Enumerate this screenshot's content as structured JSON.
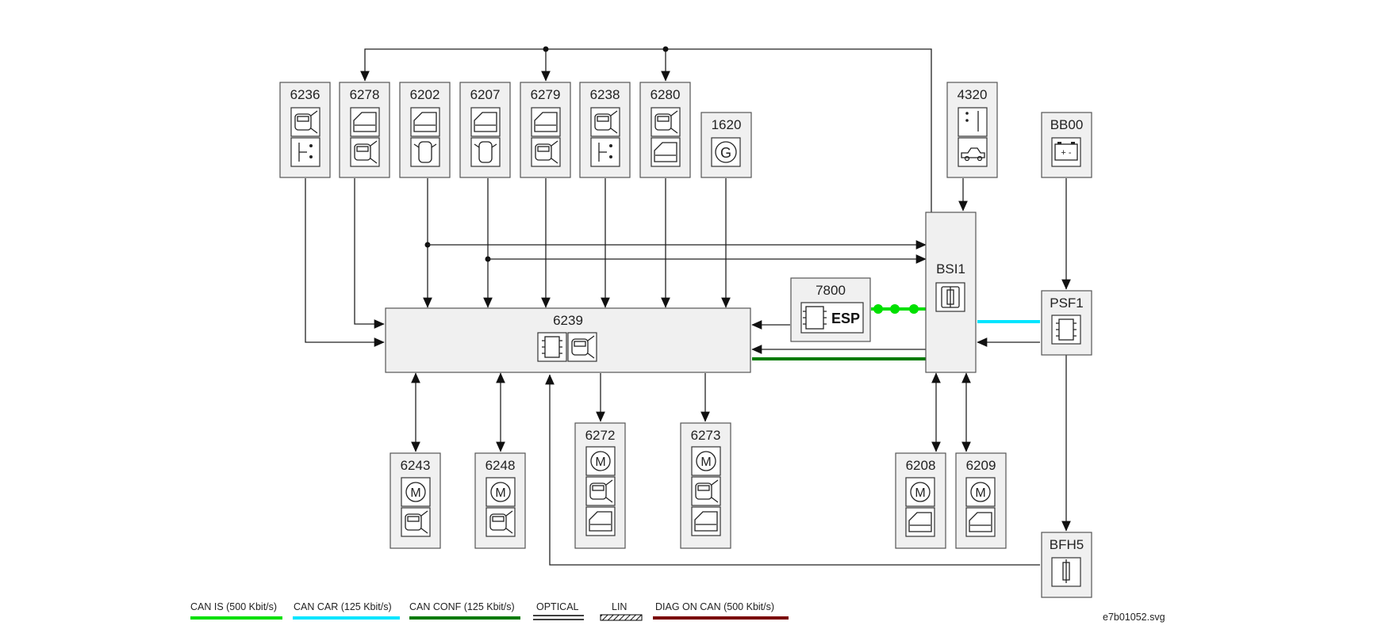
{
  "modules": {
    "m6236": "6236",
    "m6278": "6278",
    "m6202": "6202",
    "m6207": "6207",
    "m6279": "6279",
    "m6238": "6238",
    "m6280": "6280",
    "m1620": "1620",
    "m4320": "4320",
    "mBB00": "BB00",
    "mBSI1": "BSI1",
    "m7800": "7800",
    "mPSF1": "PSF1",
    "m6239": "6239",
    "m6243": "6243",
    "m6248": "6248",
    "m6272": "6272",
    "m6273": "6273",
    "m6208": "6208",
    "m6209": "6209",
    "mBFH5": "BFH5"
  },
  "icons": {
    "esp_label": "ESP",
    "generator_letter": "G",
    "motor_letter": "M",
    "battery_signs": "+ -"
  },
  "legend": [
    {
      "label": "CAN IS (500 Kbit/s)",
      "color": "#00e000",
      "style": "solid"
    },
    {
      "label": "CAN CAR (125 Kbit/s)",
      "color": "#00e5ff",
      "style": "solid"
    },
    {
      "label": "CAN CONF (125 Kbit/s)",
      "color": "#007a00",
      "style": "solid"
    },
    {
      "label": "OPTICAL",
      "color": "#000000",
      "style": "double"
    },
    {
      "label": "LIN",
      "color": "#000000",
      "style": "hatched"
    },
    {
      "label": "DIAG ON CAN  (500 Kbit/s)",
      "color": "#7a0000",
      "style": "solid"
    }
  ],
  "file_ref": "e7b01052.svg"
}
